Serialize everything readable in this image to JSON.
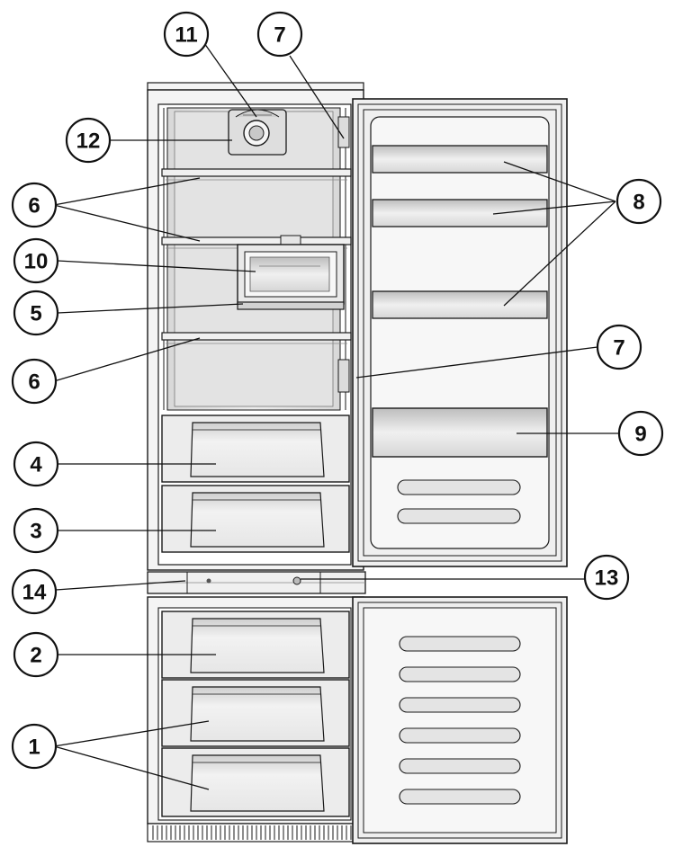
{
  "colors": {
    "outline": "#1a1a1a",
    "cabinet_fill": "#f4f4f4",
    "compartment_fill": "#e3e3e3",
    "shade": "#c9c9c9",
    "door_fill": "#efefef",
    "callout_fill": "#ffffff"
  },
  "callouts": [
    {
      "id": "c11",
      "label": "11"
    },
    {
      "id": "c7a",
      "label": "7"
    },
    {
      "id": "c12",
      "label": "12"
    },
    {
      "id": "c6a",
      "label": "6"
    },
    {
      "id": "c8",
      "label": "8"
    },
    {
      "id": "c10",
      "label": "10"
    },
    {
      "id": "c5",
      "label": "5"
    },
    {
      "id": "c6b",
      "label": "6"
    },
    {
      "id": "c7b",
      "label": "7"
    },
    {
      "id": "c4",
      "label": "4"
    },
    {
      "id": "c9",
      "label": "9"
    },
    {
      "id": "c3",
      "label": "3"
    },
    {
      "id": "c14",
      "label": "14"
    },
    {
      "id": "c13",
      "label": "13"
    },
    {
      "id": "c2",
      "label": "2"
    },
    {
      "id": "c1",
      "label": "1"
    }
  ]
}
